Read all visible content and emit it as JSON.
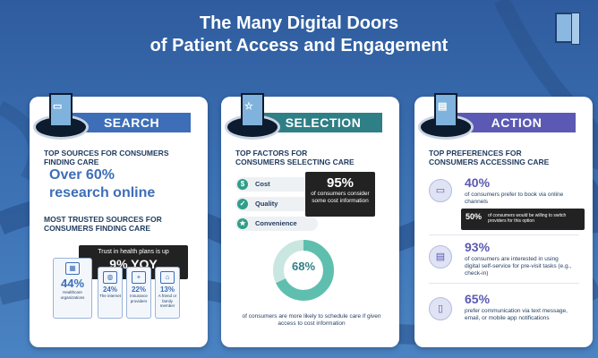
{
  "title": {
    "line1": "The Many Digital Doors",
    "line2": "of Patient Access and Engagement"
  },
  "search": {
    "tab": "SEARCH",
    "icon": "browser-window-icon",
    "heading1": "TOP SOURCES FOR CONSUMERS FINDING CARE",
    "stat_line1": "Over 60%",
    "stat_line2": "research online",
    "heading2_line1": "MOST TRUSTED SOURCES FOR",
    "heading2_line2": "CONSUMERS FINDING CARE",
    "trust_small": "Trust in health plans is up",
    "trust_big": "9% YOY",
    "sources": [
      {
        "pct": "44%",
        "label": "Healthcare organizations",
        "icon": "hospital-icon"
      },
      {
        "pct": "24%",
        "label": "The internet",
        "icon": "globe-icon"
      },
      {
        "pct": "22%",
        "label": "Insurance providers",
        "icon": "medical-cross-icon"
      },
      {
        "pct": "13%",
        "label": "A friend or family member",
        "icon": "house-icon"
      }
    ]
  },
  "selection": {
    "tab": "SELECTION",
    "icon": "star-icon",
    "heading_line1": "TOP FACTORS FOR",
    "heading_line2": "CONSUMERS SELECTING CARE",
    "factors": [
      {
        "label": "Cost",
        "icon": "dollar-icon"
      },
      {
        "label": "Quality",
        "icon": "check-icon"
      },
      {
        "label": "Convenience",
        "icon": "thumbs-up-icon"
      }
    ],
    "consider_pct": "95%",
    "consider_label": "of consumers consider some cost information",
    "donut_pct": "68%",
    "donut_value": 68,
    "donut_label": "of consumers are more likely to schedule care if given access to cost information"
  },
  "action": {
    "tab": "ACTION",
    "icon": "calendar-icon",
    "heading_line1": "TOP PREFERENCES FOR",
    "heading_line2": "CONSUMERS ACCESSING CARE",
    "items": [
      {
        "pct": "40%",
        "label": "of consumers prefer to book via online channels",
        "icon": "laptop-icon"
      },
      {
        "pct": "93%",
        "label": "of consumers are interested in using digital self-service for pre-visit tasks (e.g., check-in)",
        "icon": "clipboard-icon"
      },
      {
        "pct": "65%",
        "label": "prefer communication via text message, email, or mobile app notifications",
        "icon": "mobile-icon"
      }
    ],
    "switch_pct": "50%",
    "switch_label": "of consumers would be willing to switch providers for this option"
  },
  "colors": {
    "search": "#3d6eb7",
    "selection": "#2f7f86",
    "action": "#5b59b4",
    "donut_track": "#c9e7e0",
    "donut_fill": "#5fbfae"
  }
}
